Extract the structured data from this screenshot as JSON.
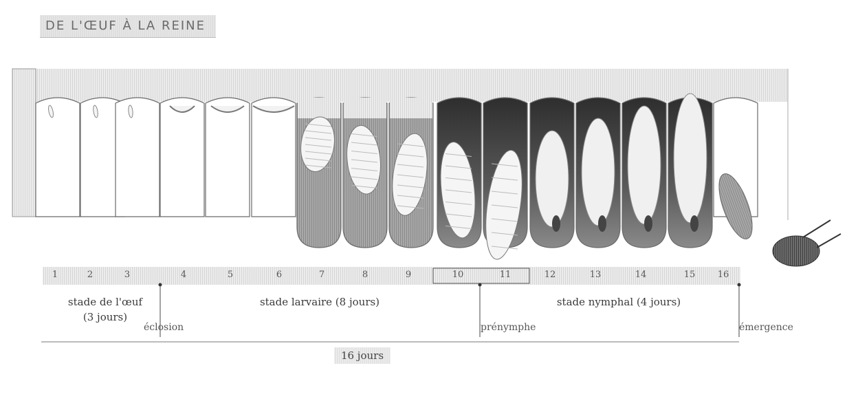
{
  "title": "DE L'ŒUF À LA REINE",
  "days": [
    "1",
    "2",
    "3",
    "4",
    "5",
    "6",
    "7",
    "8",
    "9",
    "10",
    "11",
    "12",
    "13",
    "14",
    "15",
    "16"
  ],
  "stages": {
    "egg": {
      "name": "stade de l'œuf",
      "duration": "(3 jours)"
    },
    "larva": {
      "name": "stade larvaire (8 jours)"
    },
    "pupa": {
      "name": "stade nymphal (4 jours)"
    }
  },
  "events": {
    "hatching": "éclosion",
    "prepupa": "prénymphe",
    "emergence": "émergence"
  },
  "total": "16 jours"
}
